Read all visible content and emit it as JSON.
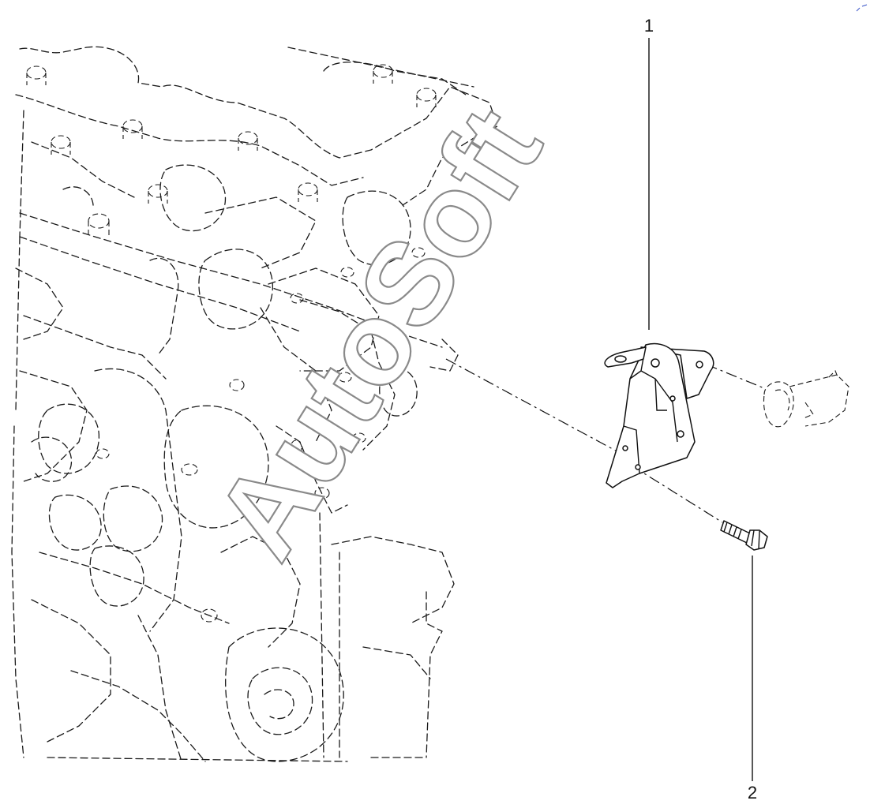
{
  "callouts": [
    {
      "number": "1",
      "part": "bracket"
    },
    {
      "number": "2",
      "part": "bolt"
    }
  ],
  "watermark": "AutoSoft",
  "corner_mark": "",
  "colors": {
    "line": "#111111",
    "watermark_outline": "#8a8a8a",
    "corner_mark": "#3a55c8"
  }
}
